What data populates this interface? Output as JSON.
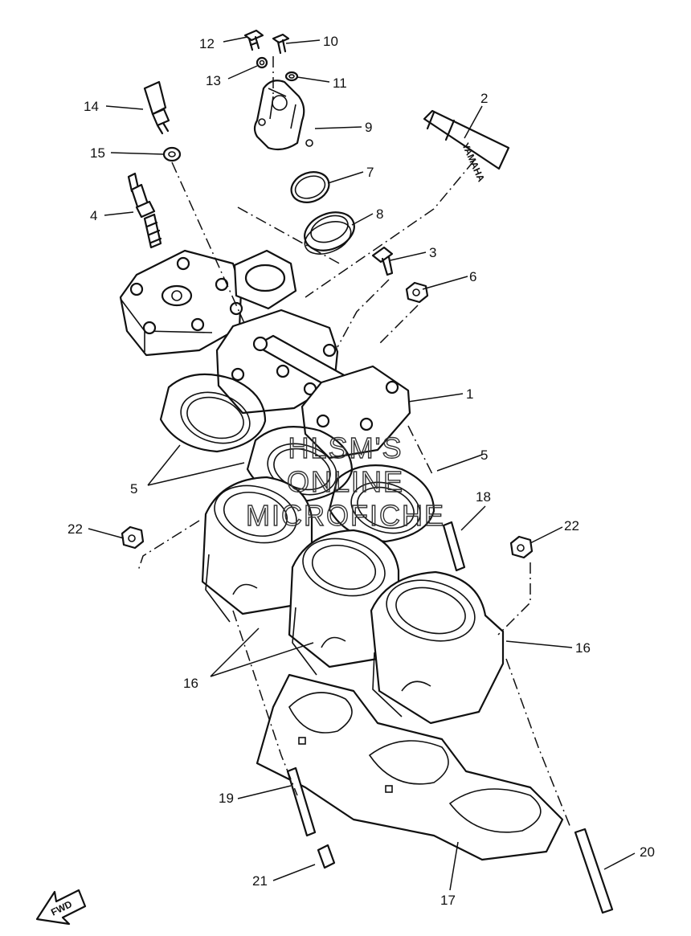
{
  "callouts": {
    "c1": "1",
    "c2": "2",
    "c3": "3",
    "c4": "4",
    "c5a": "5",
    "c5b": "5",
    "c6": "6",
    "c7": "7",
    "c8": "8",
    "c9": "9",
    "c10": "10",
    "c11": "11",
    "c12": "12",
    "c13": "13",
    "c14": "14",
    "c15": "15",
    "c16a": "16",
    "c16b": "16",
    "c17": "17",
    "c18": "18",
    "c19": "19",
    "c20": "20",
    "c21": "21",
    "c22a": "22",
    "c22b": "22"
  },
  "watermark": {
    "line1": "HLSM'S",
    "line2": "ONLINE",
    "line3": "MICROFICHE"
  },
  "fwd_label": "FWD",
  "decal_text": "YAMAHA"
}
